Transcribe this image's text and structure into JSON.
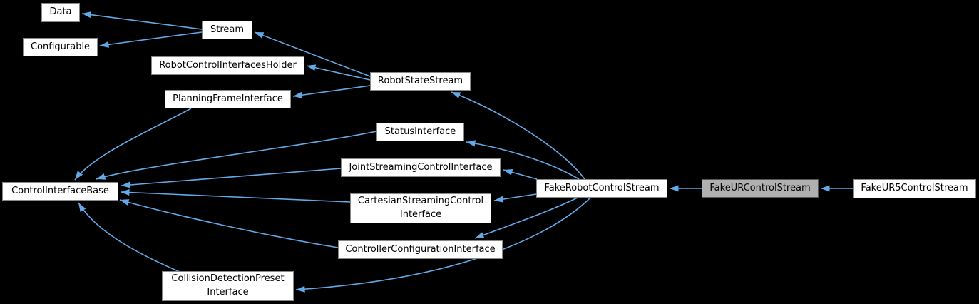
{
  "diagram": {
    "type": "inheritance-graph",
    "nodes": {
      "data": {
        "label": "Data"
      },
      "configurable": {
        "label": "Configurable"
      },
      "stream": {
        "label": "Stream"
      },
      "robot_control_interfaces_holder": {
        "label": "RobotControlInterfacesHolder"
      },
      "planning_frame_interface": {
        "label": "PlanningFrameInterface"
      },
      "robot_state_stream": {
        "label": "RobotStateStream"
      },
      "status_interface": {
        "label": "StatusInterface"
      },
      "joint_streaming_control_interface": {
        "label": "JointStreamingControlInterface"
      },
      "control_interface_base": {
        "label": "ControlInterfaceBase"
      },
      "cartesian_streaming_control_interface": {
        "label": "CartesianStreamingControl\nInterface"
      },
      "fake_robot_control_stream": {
        "label": "FakeRobotControlStream"
      },
      "controller_configuration_interface": {
        "label": "ControllerConfigurationInterface"
      },
      "collision_detection_preset_interface": {
        "label": "CollisionDetectionPreset\nInterface"
      },
      "fake_ur_control_stream": {
        "label": "FakeURControlStream",
        "highlighted": true
      },
      "fake_ur5_control_stream": {
        "label": "FakeUR5ControlStream"
      }
    },
    "edges": [
      {
        "from": "Stream",
        "to": "Data"
      },
      {
        "from": "Stream",
        "to": "Configurable"
      },
      {
        "from": "RobotStateStream",
        "to": "Stream"
      },
      {
        "from": "RobotStateStream",
        "to": "RobotControlInterfacesHolder"
      },
      {
        "from": "RobotStateStream",
        "to": "PlanningFrameInterface"
      },
      {
        "from": "FakeRobotControlStream",
        "to": "RobotStateStream"
      },
      {
        "from": "FakeRobotControlStream",
        "to": "StatusInterface"
      },
      {
        "from": "FakeRobotControlStream",
        "to": "JointStreamingControlInterface"
      },
      {
        "from": "FakeRobotControlStream",
        "to": "CartesianStreamingControlInterface"
      },
      {
        "from": "FakeRobotControlStream",
        "to": "ControllerConfigurationInterface"
      },
      {
        "from": "FakeRobotControlStream",
        "to": "CollisionDetectionPresetInterface"
      },
      {
        "from": "PlanningFrameInterface",
        "to": "ControlInterfaceBase"
      },
      {
        "from": "StatusInterface",
        "to": "ControlInterfaceBase"
      },
      {
        "from": "JointStreamingControlInterface",
        "to": "ControlInterfaceBase"
      },
      {
        "from": "CartesianStreamingControlInterface",
        "to": "ControlInterfaceBase"
      },
      {
        "from": "ControllerConfigurationInterface",
        "to": "ControlInterfaceBase"
      },
      {
        "from": "CollisionDetectionPresetInterface",
        "to": "ControlInterfaceBase"
      },
      {
        "from": "FakeURControlStream",
        "to": "FakeRobotControlStream"
      },
      {
        "from": "FakeUR5ControlStream",
        "to": "FakeURControlStream"
      }
    ],
    "colors": {
      "bg": "#000000",
      "edge": "#63a9e8",
      "node_fill": "#ffffff",
      "node_border": "#888888",
      "node_text": "#000000",
      "highlight_fill": "#b0b0b0",
      "highlight_border": "#565656"
    }
  }
}
